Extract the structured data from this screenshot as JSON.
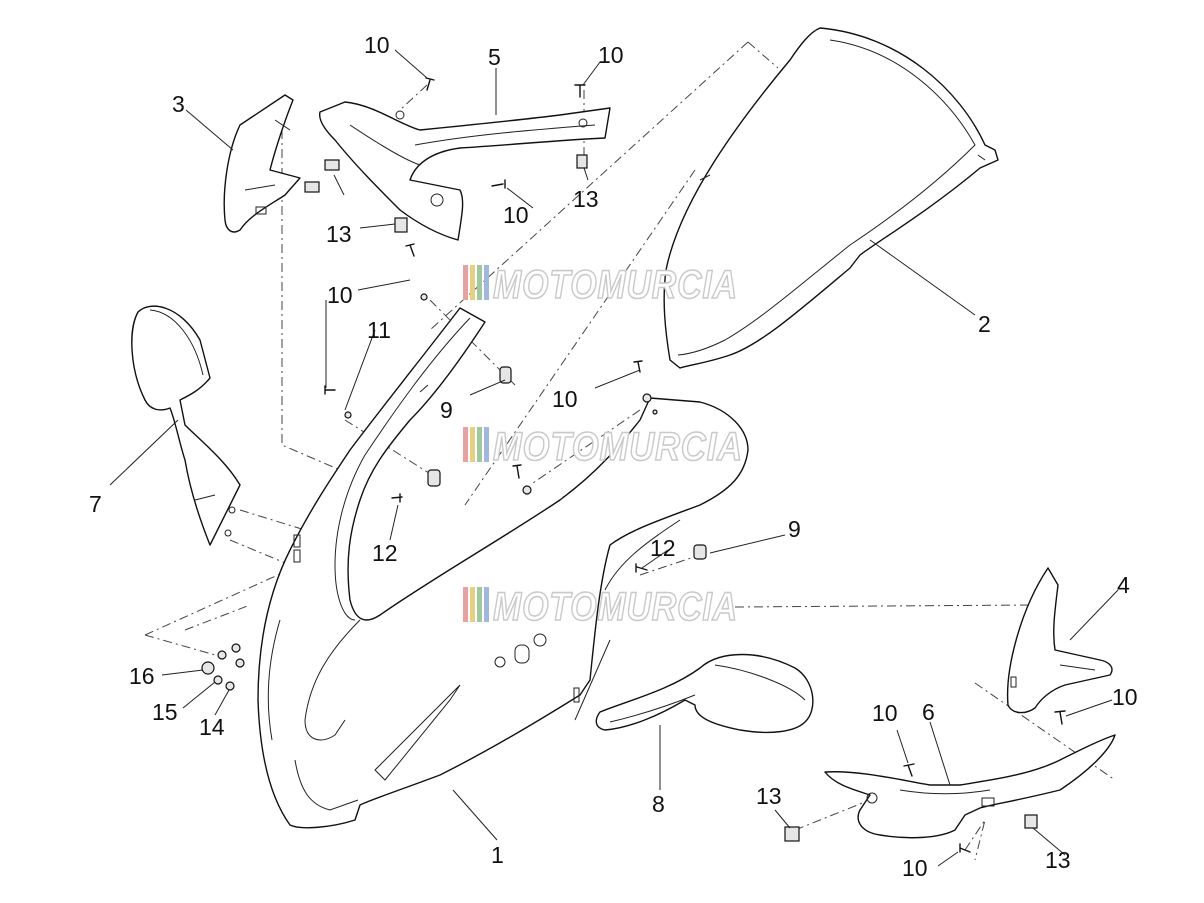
{
  "diagram": {
    "watermark_text": "MOTOMURCIA",
    "watermark_stripe_colors": [
      "#e8a0a0",
      "#e8d080",
      "#a0c8a0",
      "#a0b8e0"
    ],
    "part_numbers": {
      "p1": "1",
      "p2": "2",
      "p3": "3",
      "p4": "4",
      "p5": "5",
      "p6": "6",
      "p7": "7",
      "p8": "8",
      "p9a": "9",
      "p9b": "9",
      "p10a": "10",
      "p10b": "10",
      "p10c": "10",
      "p10d": "10",
      "p10e": "10",
      "p10f": "10",
      "p10g": "10",
      "p10h": "10",
      "p11": "11",
      "p12a": "12",
      "p12b": "12",
      "p13a": "13",
      "p13b": "13",
      "p13c": "13",
      "p13d": "13",
      "p14": "14",
      "p15": "15",
      "p16": "16"
    }
  }
}
